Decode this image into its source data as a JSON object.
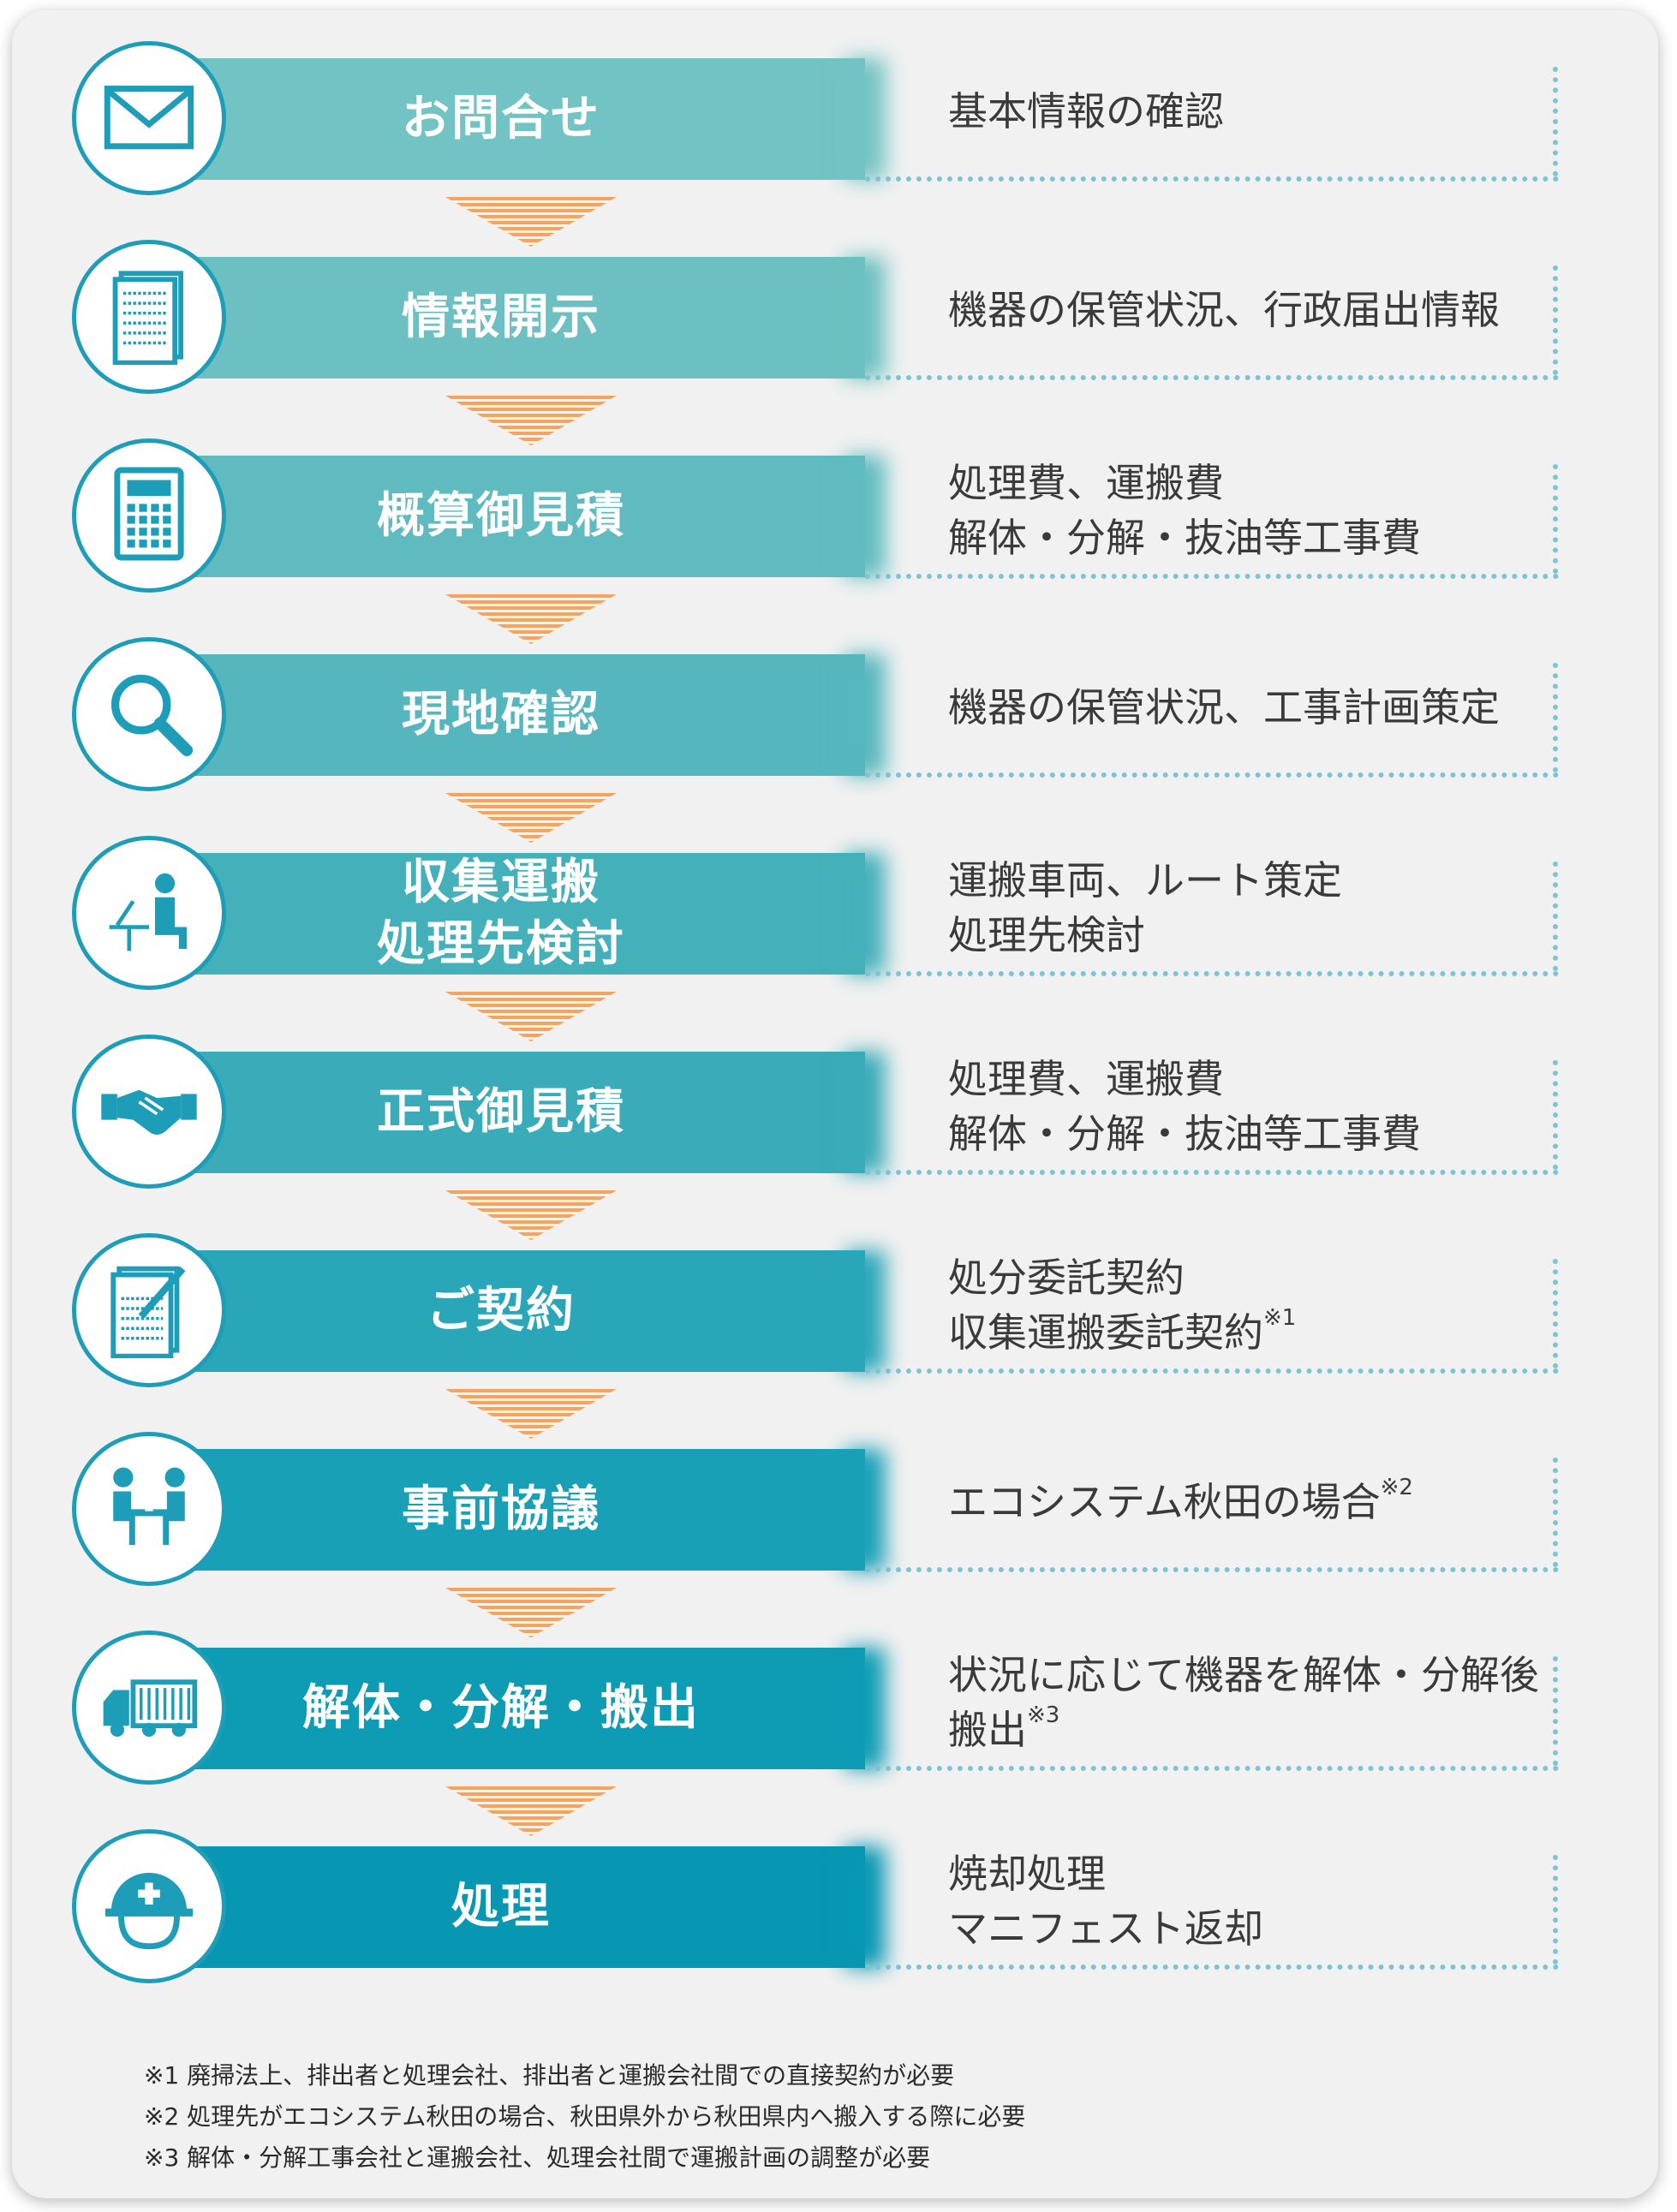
{
  "colors": {
    "circle_border": "#1d9db8",
    "arrow": "#f4a460",
    "dots": "#7ec3d3"
  },
  "steps": [
    {
      "title": [
        "お問合せ"
      ],
      "desc": [
        "基本情報の確認"
      ],
      "icon": "envelope-icon",
      "color": "#72c3c3"
    },
    {
      "title": [
        "情報開示"
      ],
      "desc": [
        "機器の保管状況、行政届出情報"
      ],
      "icon": "document-icon",
      "color": "#6cc0c1"
    },
    {
      "title": [
        "概算御見積"
      ],
      "desc": [
        "処理費、運搬費",
        "解体・分解・抜油等工事費"
      ],
      "icon": "calculator-icon",
      "color": "#5fbbbf"
    },
    {
      "title": [
        "現地確認"
      ],
      "desc": [
        "機器の保管状況、工事計画策定"
      ],
      "icon": "magnifier-icon",
      "color": "#55b7bd"
    },
    {
      "title": [
        "収集運搬",
        "処理先検討"
      ],
      "desc": [
        "運搬車両、ルート策定",
        "処理先検討"
      ],
      "icon": "person-at-desk-icon",
      "color": "#43b0ba"
    },
    {
      "title": [
        "正式御見積"
      ],
      "desc": [
        "処理費、運搬費",
        "解体・分解・抜油等工事費"
      ],
      "icon": "handshake-icon",
      "color": "#39abb9"
    },
    {
      "title": [
        "ご契約"
      ],
      "desc": [
        "処分委託契約",
        "収集運搬委託契約"
      ],
      "sup": [
        "",
        "※1"
      ],
      "icon": "contract-pen-icon",
      "color": "#2aa6b9"
    },
    {
      "title": [
        "事前協議"
      ],
      "desc": [
        "エコシステム秋田の場合"
      ],
      "sup": [
        "※2"
      ],
      "icon": "meeting-icon",
      "color": "#18a0b7"
    },
    {
      "title": [
        "解体・分解・搬出"
      ],
      "desc": [
        "状況に応じて機器を解体・分解後",
        "搬出"
      ],
      "sup": [
        "",
        "※3"
      ],
      "icon": "truck-icon",
      "color": "#0e9cb5"
    },
    {
      "title": [
        "処理"
      ],
      "desc": [
        "焼却処理",
        "マニフェスト返却"
      ],
      "icon": "helmet-icon",
      "color": "#0797b3"
    }
  ],
  "notes": [
    "※1 廃掃法上、排出者と処理会社、排出者と運搬会社間での直接契約が必要",
    "※2 処理先がエコシステム秋田の場合、秋田県外から秋田県内へ搬入する際に必要",
    "※3 解体・分解工事会社と運搬会社、処理会社間で運搬計画の調整が必要"
  ]
}
